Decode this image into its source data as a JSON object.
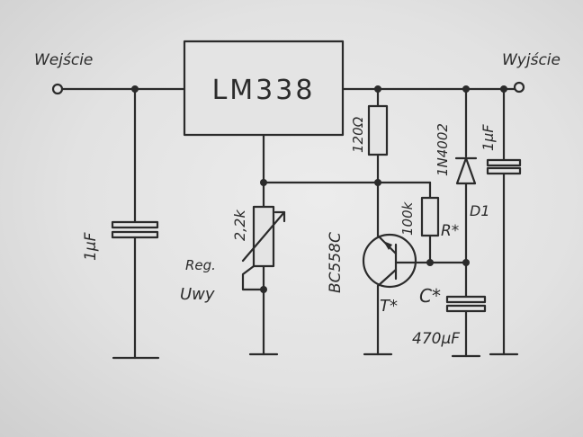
{
  "terminals": {
    "input": "Wejście",
    "output": "Wyjście"
  },
  "regulator": {
    "part": "LM338"
  },
  "capacitors": {
    "input_cap": "1µF",
    "output_cap": "1µF",
    "c_star": "C*",
    "c_star_value": "470µF"
  },
  "resistors": {
    "r_top": "120Ω",
    "pot": "2,2k",
    "r_star": "R*",
    "r_star_value": "100k"
  },
  "diode": {
    "part": "1N4002",
    "ref": "D1"
  },
  "transistor": {
    "part": "BC558C",
    "ref": "T*"
  },
  "adjust": {
    "line1": "Reg.",
    "line2": "Uwy"
  }
}
